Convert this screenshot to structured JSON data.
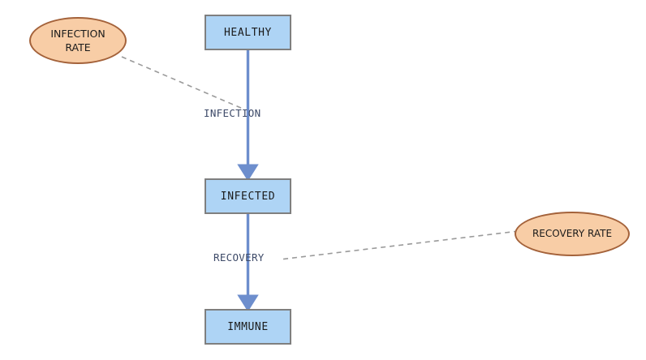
{
  "diagram": {
    "type": "state-transition-flow",
    "background_color": "#ffffff",
    "states": [
      {
        "id": "healthy",
        "label": "HEALTHY",
        "shape": "rectangle",
        "fill": "#aed4f5",
        "stroke": "#7f7f7f"
      },
      {
        "id": "infected",
        "label": "INFECTED",
        "shape": "rectangle",
        "fill": "#aed4f5",
        "stroke": "#7f7f7f"
      },
      {
        "id": "immune",
        "label": "IMMUNE",
        "shape": "rectangle",
        "fill": "#aed4f5",
        "stroke": "#7f7f7f"
      }
    ],
    "parameters": [
      {
        "id": "infection-rate",
        "label_line1": "INFECTION",
        "label_line2": "RATE",
        "shape": "ellipse",
        "fill": "#f8cda6",
        "stroke": "#a4623a"
      },
      {
        "id": "recovery-rate",
        "label": "RECOVERY RATE",
        "shape": "ellipse",
        "fill": "#f8cda6",
        "stroke": "#a4623a"
      }
    ],
    "flows": [
      {
        "id": "infection",
        "label": "INFECTION",
        "from": "healthy",
        "to": "infected",
        "style": "solid-arrow",
        "color": "#6d8ecd",
        "label_color": "#3d4a68"
      },
      {
        "id": "recovery",
        "label": "RECOVERY",
        "from": "infected",
        "to": "immune",
        "style": "solid-arrow",
        "color": "#6d8ecd",
        "label_color": "#3d4a68"
      }
    ],
    "links": [
      {
        "id": "infection-rate-link",
        "from": "infection-rate",
        "to": "infection",
        "style": "dashed",
        "color": "#9a9a9a"
      },
      {
        "id": "recovery-rate-link",
        "from": "recovery-rate",
        "to": "recovery",
        "style": "dashed",
        "color": "#9a9a9a"
      }
    ]
  }
}
